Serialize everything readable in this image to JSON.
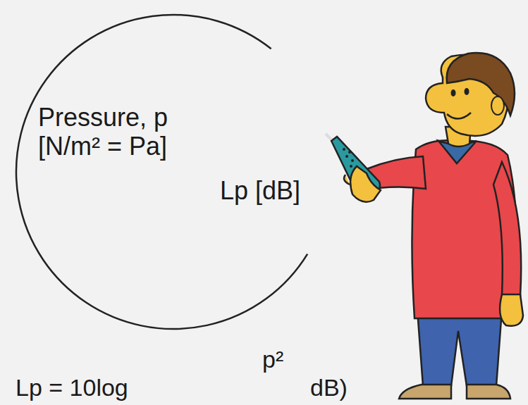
{
  "diagram": {
    "nodes": [
      {
        "text": [
          "Pressure, p [N/m² = Pa]",
          "Lp [dB]"
        ]
      }
    ],
    "labels": [
      "Lp = 10log",
      "p²",
      "dB)"
    ]
  }
}
